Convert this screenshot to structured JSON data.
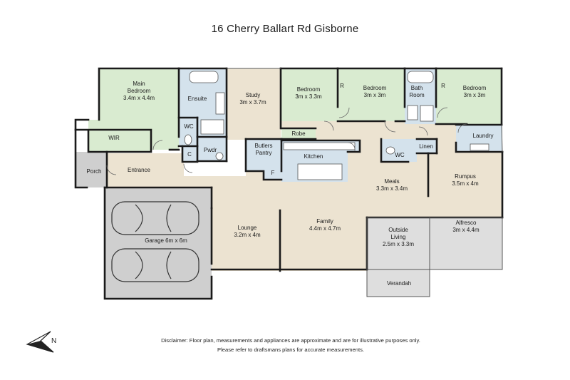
{
  "title": "16 Cherry Ballart Rd Gisborne",
  "disclaimer": {
    "line1": "Disclaimer: Floor plan, measurements and appliances are approximate and are for illustrative purposes only.",
    "line2": "Please refer to draftsmans plans for accurate measurements."
  },
  "compass_label": "N",
  "colors": {
    "bedroom": "#d9ebd0",
    "wet_area": "#d4e2ec",
    "living": "#ece3d1",
    "garage": "#cfcfcf",
    "outdoor": "#dedede",
    "wall": "#1a1a1a"
  },
  "rooms": {
    "main_bedroom": {
      "name": "Main\nBedroom",
      "size": "3.4m x 4.4m"
    },
    "wir": {
      "name": "WIR"
    },
    "ensuite": {
      "name": "Ensuite"
    },
    "wc_ensuite": {
      "name": "WC"
    },
    "c": {
      "name": "C"
    },
    "pwdr": {
      "name": "Pwdr"
    },
    "study": {
      "name": "Study",
      "size": "3m x 3.7m"
    },
    "bedroom2": {
      "name": "Bedroom",
      "size": "3m x 3.3m"
    },
    "robe": {
      "name": "Robe"
    },
    "bedroom3": {
      "name": "Bedroom",
      "size": "3m x 3m"
    },
    "bathroom": {
      "name": "Bath\nRoom"
    },
    "bedroom4": {
      "name": "Bedroom",
      "size": "3m x 3m"
    },
    "laundry": {
      "name": "Laundry"
    },
    "linen": {
      "name": "Linen"
    },
    "wc_main": {
      "name": "WC"
    },
    "butlers_pantry": {
      "name": "Butlers\nPantry"
    },
    "f": {
      "name": "F"
    },
    "kitchen": {
      "name": "Kitchen"
    },
    "porch": {
      "name": "Porch"
    },
    "entrance": {
      "name": "Entrance"
    },
    "meals": {
      "name": "Meals",
      "size": "3.3m x 3.4m"
    },
    "rumpus": {
      "name": "Rumpus",
      "size": "3.5m x 4m"
    },
    "garage": {
      "name": "Garage 6m x 6m"
    },
    "lounge": {
      "name": "Lounge",
      "size": "3.2m x 4m"
    },
    "family": {
      "name": "Family",
      "size": "4.4m x 4.7m"
    },
    "outside_living": {
      "name": "Outside\nLiving",
      "size": "2.5m x 3.3m"
    },
    "alfresco": {
      "name": "Alfresco",
      "size": "3m x 4.4m"
    },
    "verandah": {
      "name": "Verandah"
    },
    "r1": {
      "name": "R"
    },
    "r2": {
      "name": "R"
    }
  }
}
